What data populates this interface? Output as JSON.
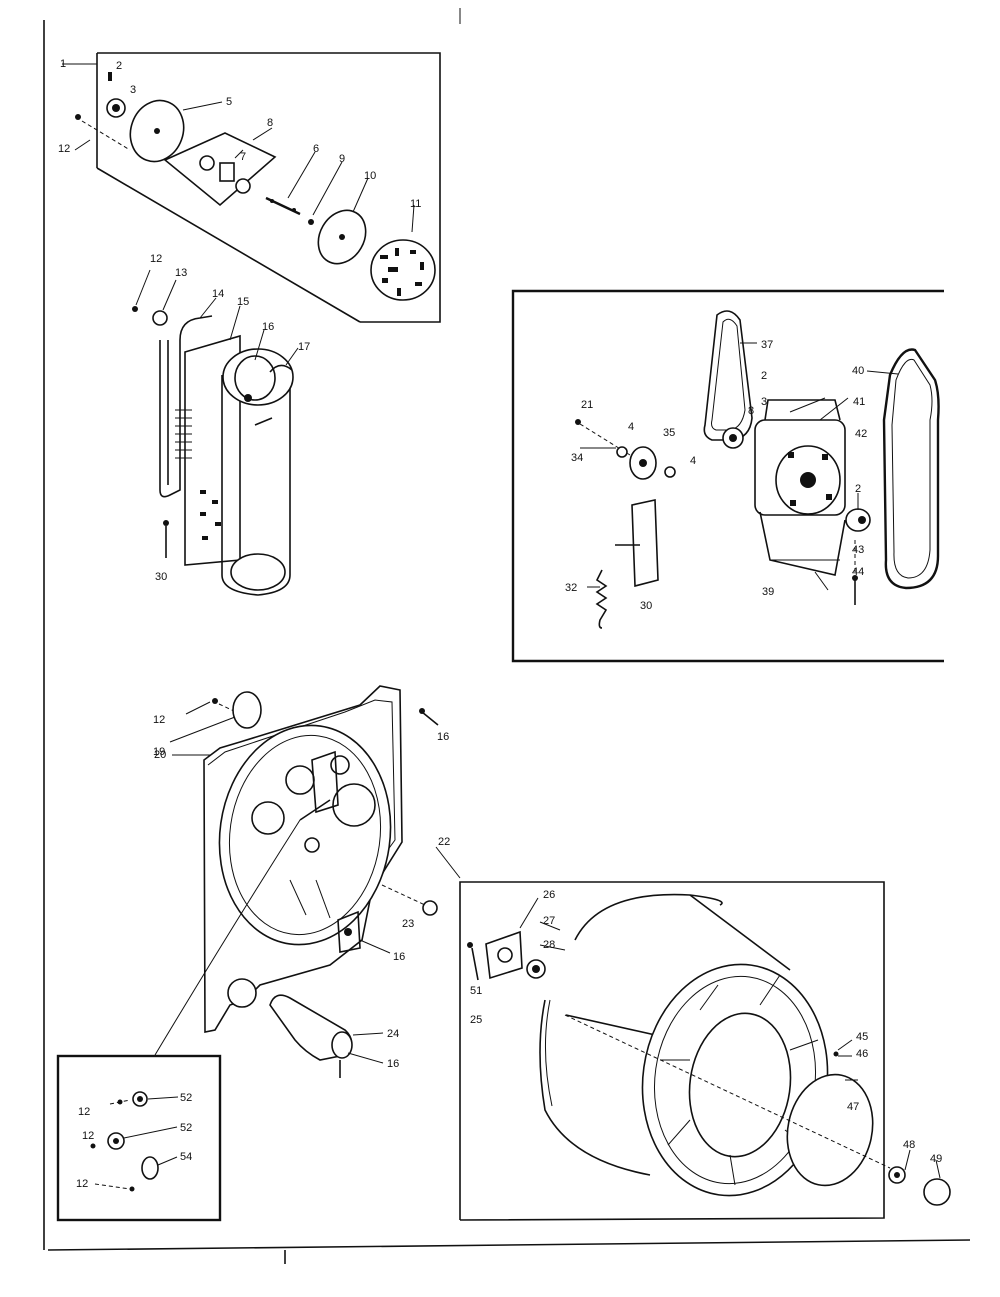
{
  "labels": {
    "blower": {
      "n1": "1",
      "n2": "2",
      "n3": "3",
      "n5": "5",
      "n6": "6",
      "n7": "7",
      "n8": "8",
      "n9": "9",
      "n10": "10",
      "n11": "11",
      "n12": "12"
    },
    "duct": {
      "n12": "12",
      "n13": "13",
      "n14": "14",
      "n15": "15",
      "n16": "16",
      "n17": "17",
      "n30": "30"
    },
    "motor": {
      "n21": "21",
      "n34": "34",
      "n4a": "4",
      "n35": "35",
      "n4b": "4",
      "n37": "37",
      "n2a": "2",
      "n8": "8",
      "n3": "3",
      "n41": "41",
      "n42": "42",
      "n40": "40",
      "n2b": "2",
      "n43": "43",
      "n44": "44",
      "n39": "39",
      "n30": "30",
      "n32": "32"
    },
    "bulkhead": {
      "n12": "12",
      "n19": "19",
      "n20": "20",
      "n16a": "16",
      "n16b": "16",
      "n23": "23",
      "n24": "24",
      "n16c": "16"
    },
    "drum": {
      "n22": "22",
      "n26": "26",
      "n27": "27",
      "n28": "28",
      "n51": "51",
      "n25": "25",
      "n45": "45",
      "n46": "46",
      "n47": "47",
      "n48": "48",
      "n49": "49"
    },
    "inset": {
      "n12a": "12",
      "n52a": "52",
      "n12b": "12",
      "n52b": "52",
      "n12c": "12",
      "n54": "54"
    }
  }
}
